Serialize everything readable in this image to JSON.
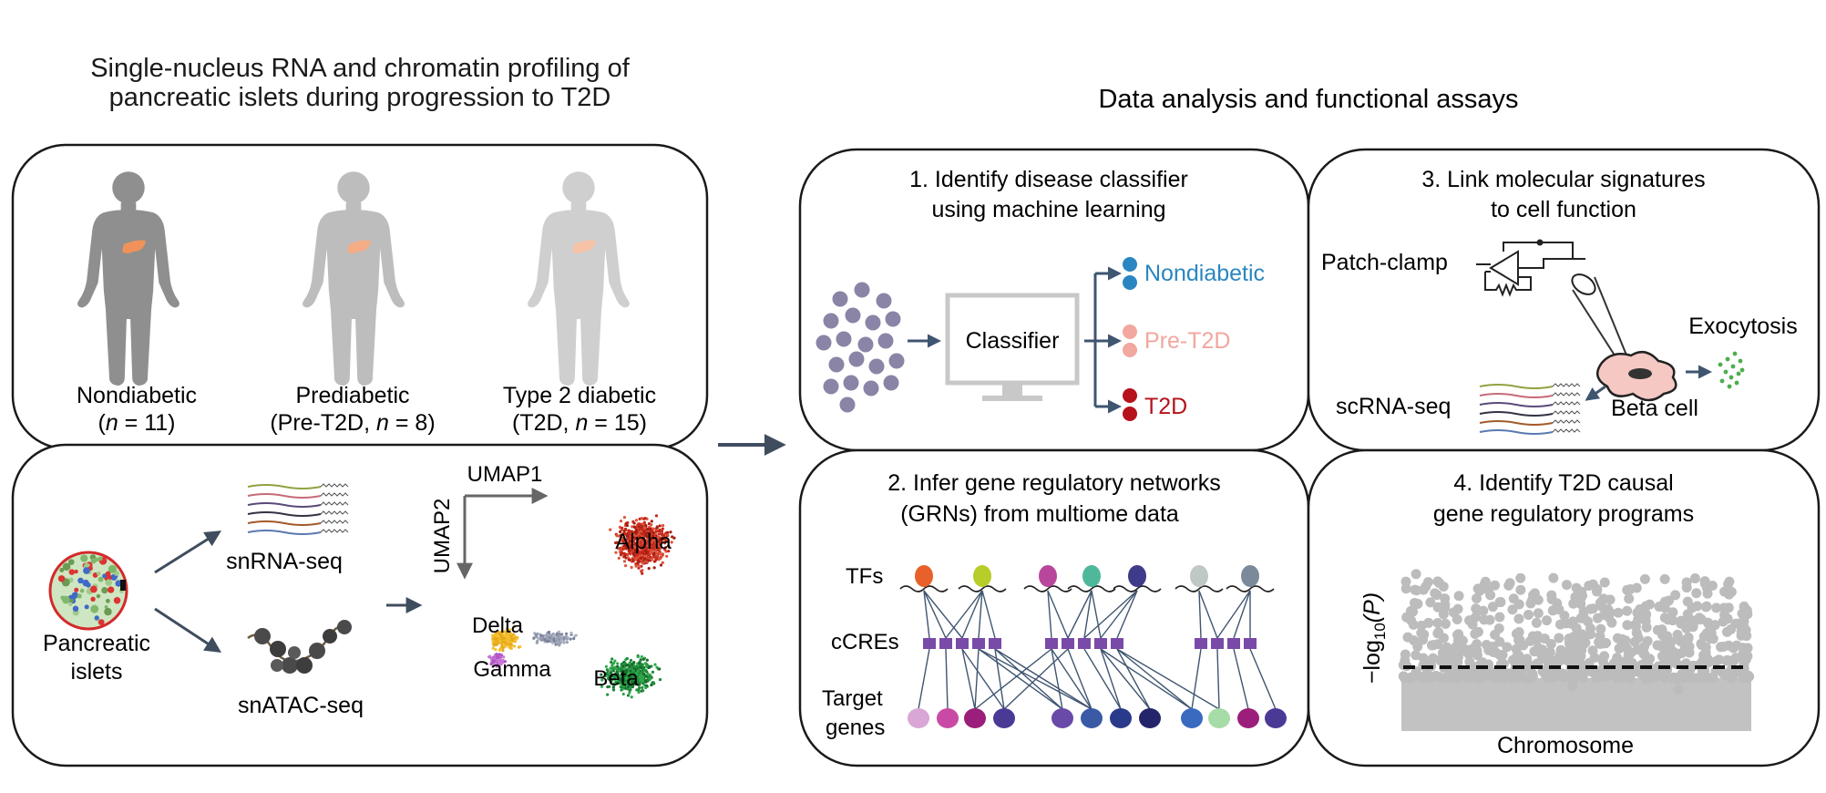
{
  "left_panel": {
    "title_line1": "Single-nucleus RNA and chromatin profiling of",
    "title_line2": "pancreatic islets during progression to T2D",
    "cohorts": [
      {
        "name": "Nondiabetic",
        "n_pre": "(",
        "n_ital": "n",
        "n_post": " = 11)",
        "body_color": "#8f8f8f",
        "organ_color": "#f0925a"
      },
      {
        "name": "Prediabetic",
        "n_pre": "(Pre-T2D, ",
        "n_ital": "n",
        "n_post": " = 8)",
        "body_color": "#bdbdbd",
        "organ_color": "#f4ad85"
      },
      {
        "name": "Type 2 diabetic",
        "n_pre": "(T2D, ",
        "n_ital": "n",
        "n_post": " = 15)",
        "body_color": "#cfcfcf",
        "organ_color": "#f6c3a6"
      }
    ],
    "islets_line1": "Pancreatic",
    "islets_line2": "islets",
    "snrna_label": "snRNA-seq",
    "snatac_label": "snATAC-seq",
    "umap1": "UMAP1",
    "umap2": "UMAP2",
    "clusters": {
      "alpha": "Alpha",
      "delta": "Delta",
      "gamma": "Gamma",
      "beta": "Beta"
    }
  },
  "right_panel": {
    "title": "Data analysis and functional assays",
    "box1": {
      "title_line1": "1. Identify disease classifier",
      "title_line2": "using machine learning",
      "classifier": "Classifier",
      "outputs": [
        {
          "label": "Nondiabetic",
          "color": "#2a86c1"
        },
        {
          "label": "Pre-T2D",
          "color": "#f2a79f"
        },
        {
          "label": "T2D",
          "color": "#b5121b"
        }
      ]
    },
    "box2": {
      "title_line1": "2. Infer gene regulatory networks",
      "title_line2": "(GRNs) from multiome data",
      "tfs": "TFs",
      "ccres": "cCREs",
      "target_line1": "Target",
      "target_line2": "genes"
    },
    "box3": {
      "title_line1": "3. Link molecular signatures",
      "title_line2": "to cell function",
      "patch_clamp": "Patch-clamp",
      "exocytosis": "Exocytosis",
      "scrna": "scRNA-seq",
      "beta_cell": "Beta cell"
    },
    "box4": {
      "title_line1": "4. Identify T2D causal",
      "title_line2": "gene regulatory programs",
      "ylabel_minus": "−log",
      "ylabel_sub": "10",
      "ylabel_p": "(P)",
      "xlabel": "Chromosome"
    }
  }
}
